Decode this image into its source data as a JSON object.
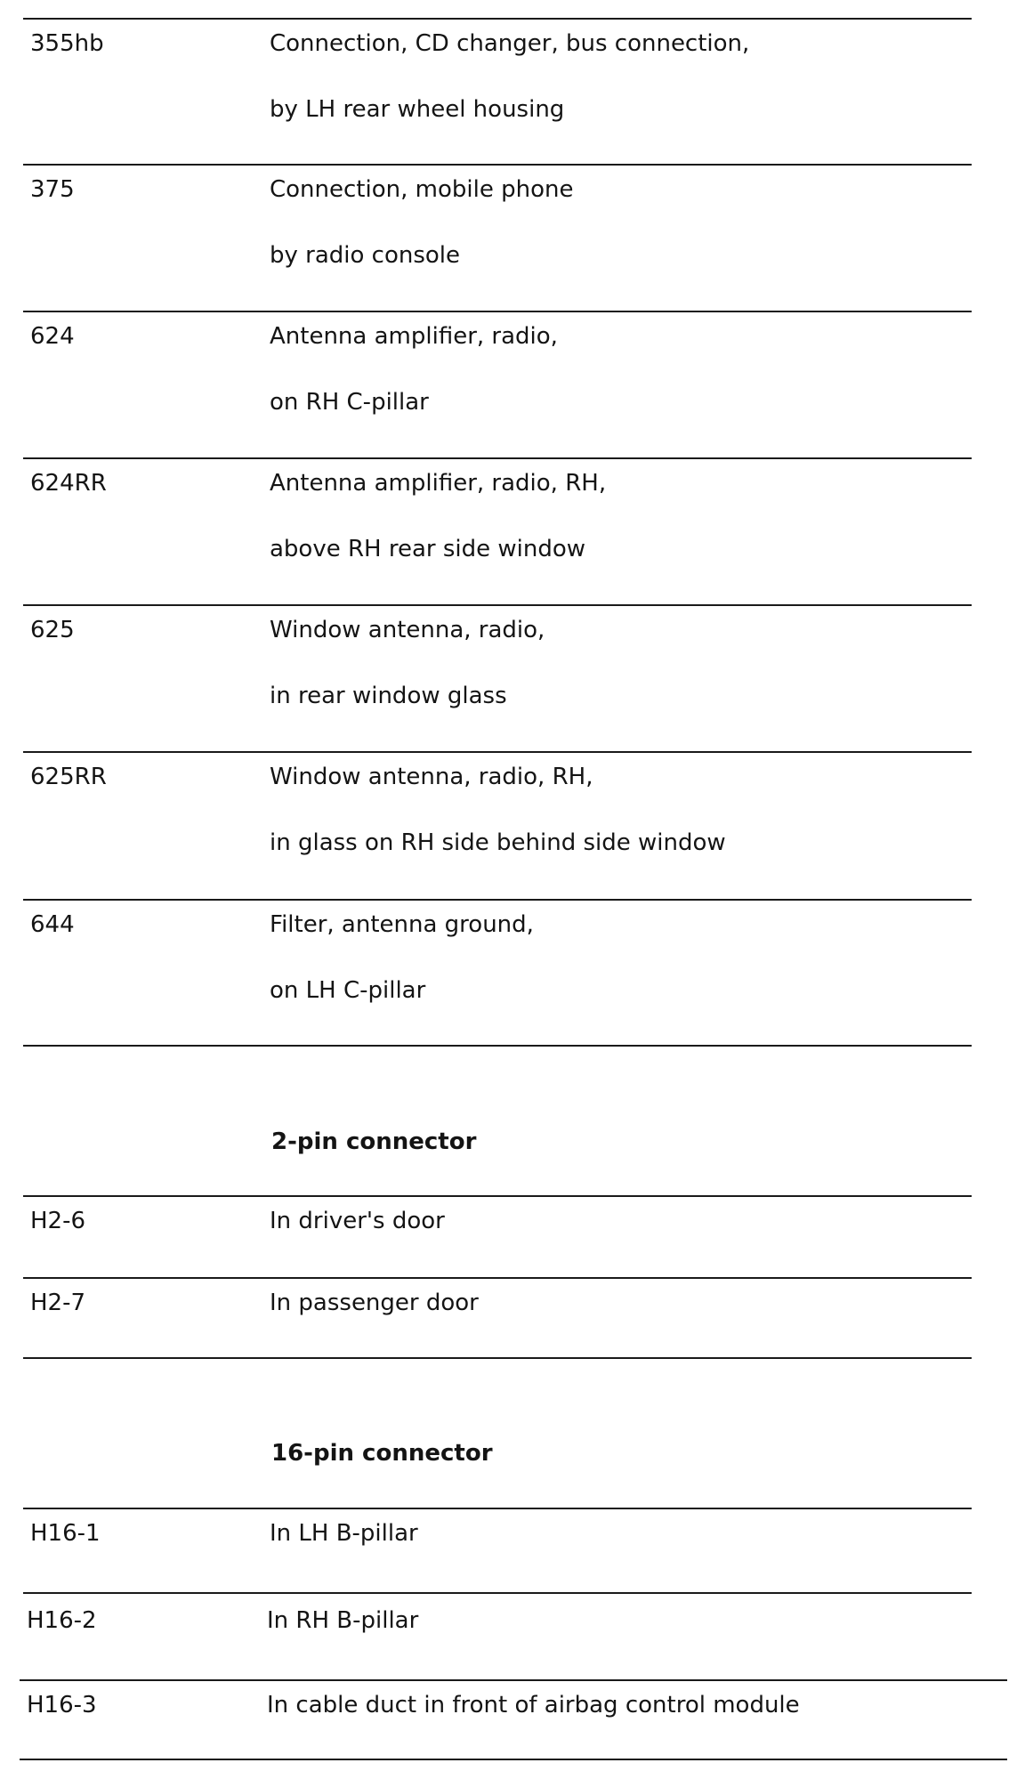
{
  "rows": [
    {
      "code": "355hb",
      "line1": "Connection, CD changer, bus connection,",
      "line2": "by LH rear wheel housing"
    },
    {
      "code": "375",
      "line1": "Connection, mobile phone",
      "line2": "by radio console"
    },
    {
      "code": "624",
      "line1": "Antenna amplifier, radio,",
      "line2": "on RH C-pillar"
    },
    {
      "code": "624RR",
      "line1": "Antenna amplifier, radio, RH,",
      "line2": "above RH rear side window"
    },
    {
      "code": "625",
      "line1": "Window antenna, radio,",
      "line2": "in rear window glass"
    },
    {
      "code": "625RR",
      "line1": "Window antenna, radio, RH,",
      "line2": "in glass on RH side behind side window"
    },
    {
      "code": "644",
      "line1": "Filter, antenna ground,",
      "line2": "on LH C-pillar"
    }
  ],
  "section_2pin": {
    "heading": "2-pin connector",
    "rows": [
      {
        "code": "H2-6",
        "desc": "In driver's door"
      },
      {
        "code": "H2-7",
        "desc": "In passenger door"
      }
    ]
  },
  "section_16pin": {
    "heading": "16-pin connector",
    "rows": [
      {
        "code": "H16-1",
        "desc": "In LH B-pillar"
      },
      {
        "code": "H16-2",
        "desc": "In RH B-pillar"
      },
      {
        "code": "H16-3",
        "desc": "In cable duct in front of airbag control module"
      }
    ]
  }
}
